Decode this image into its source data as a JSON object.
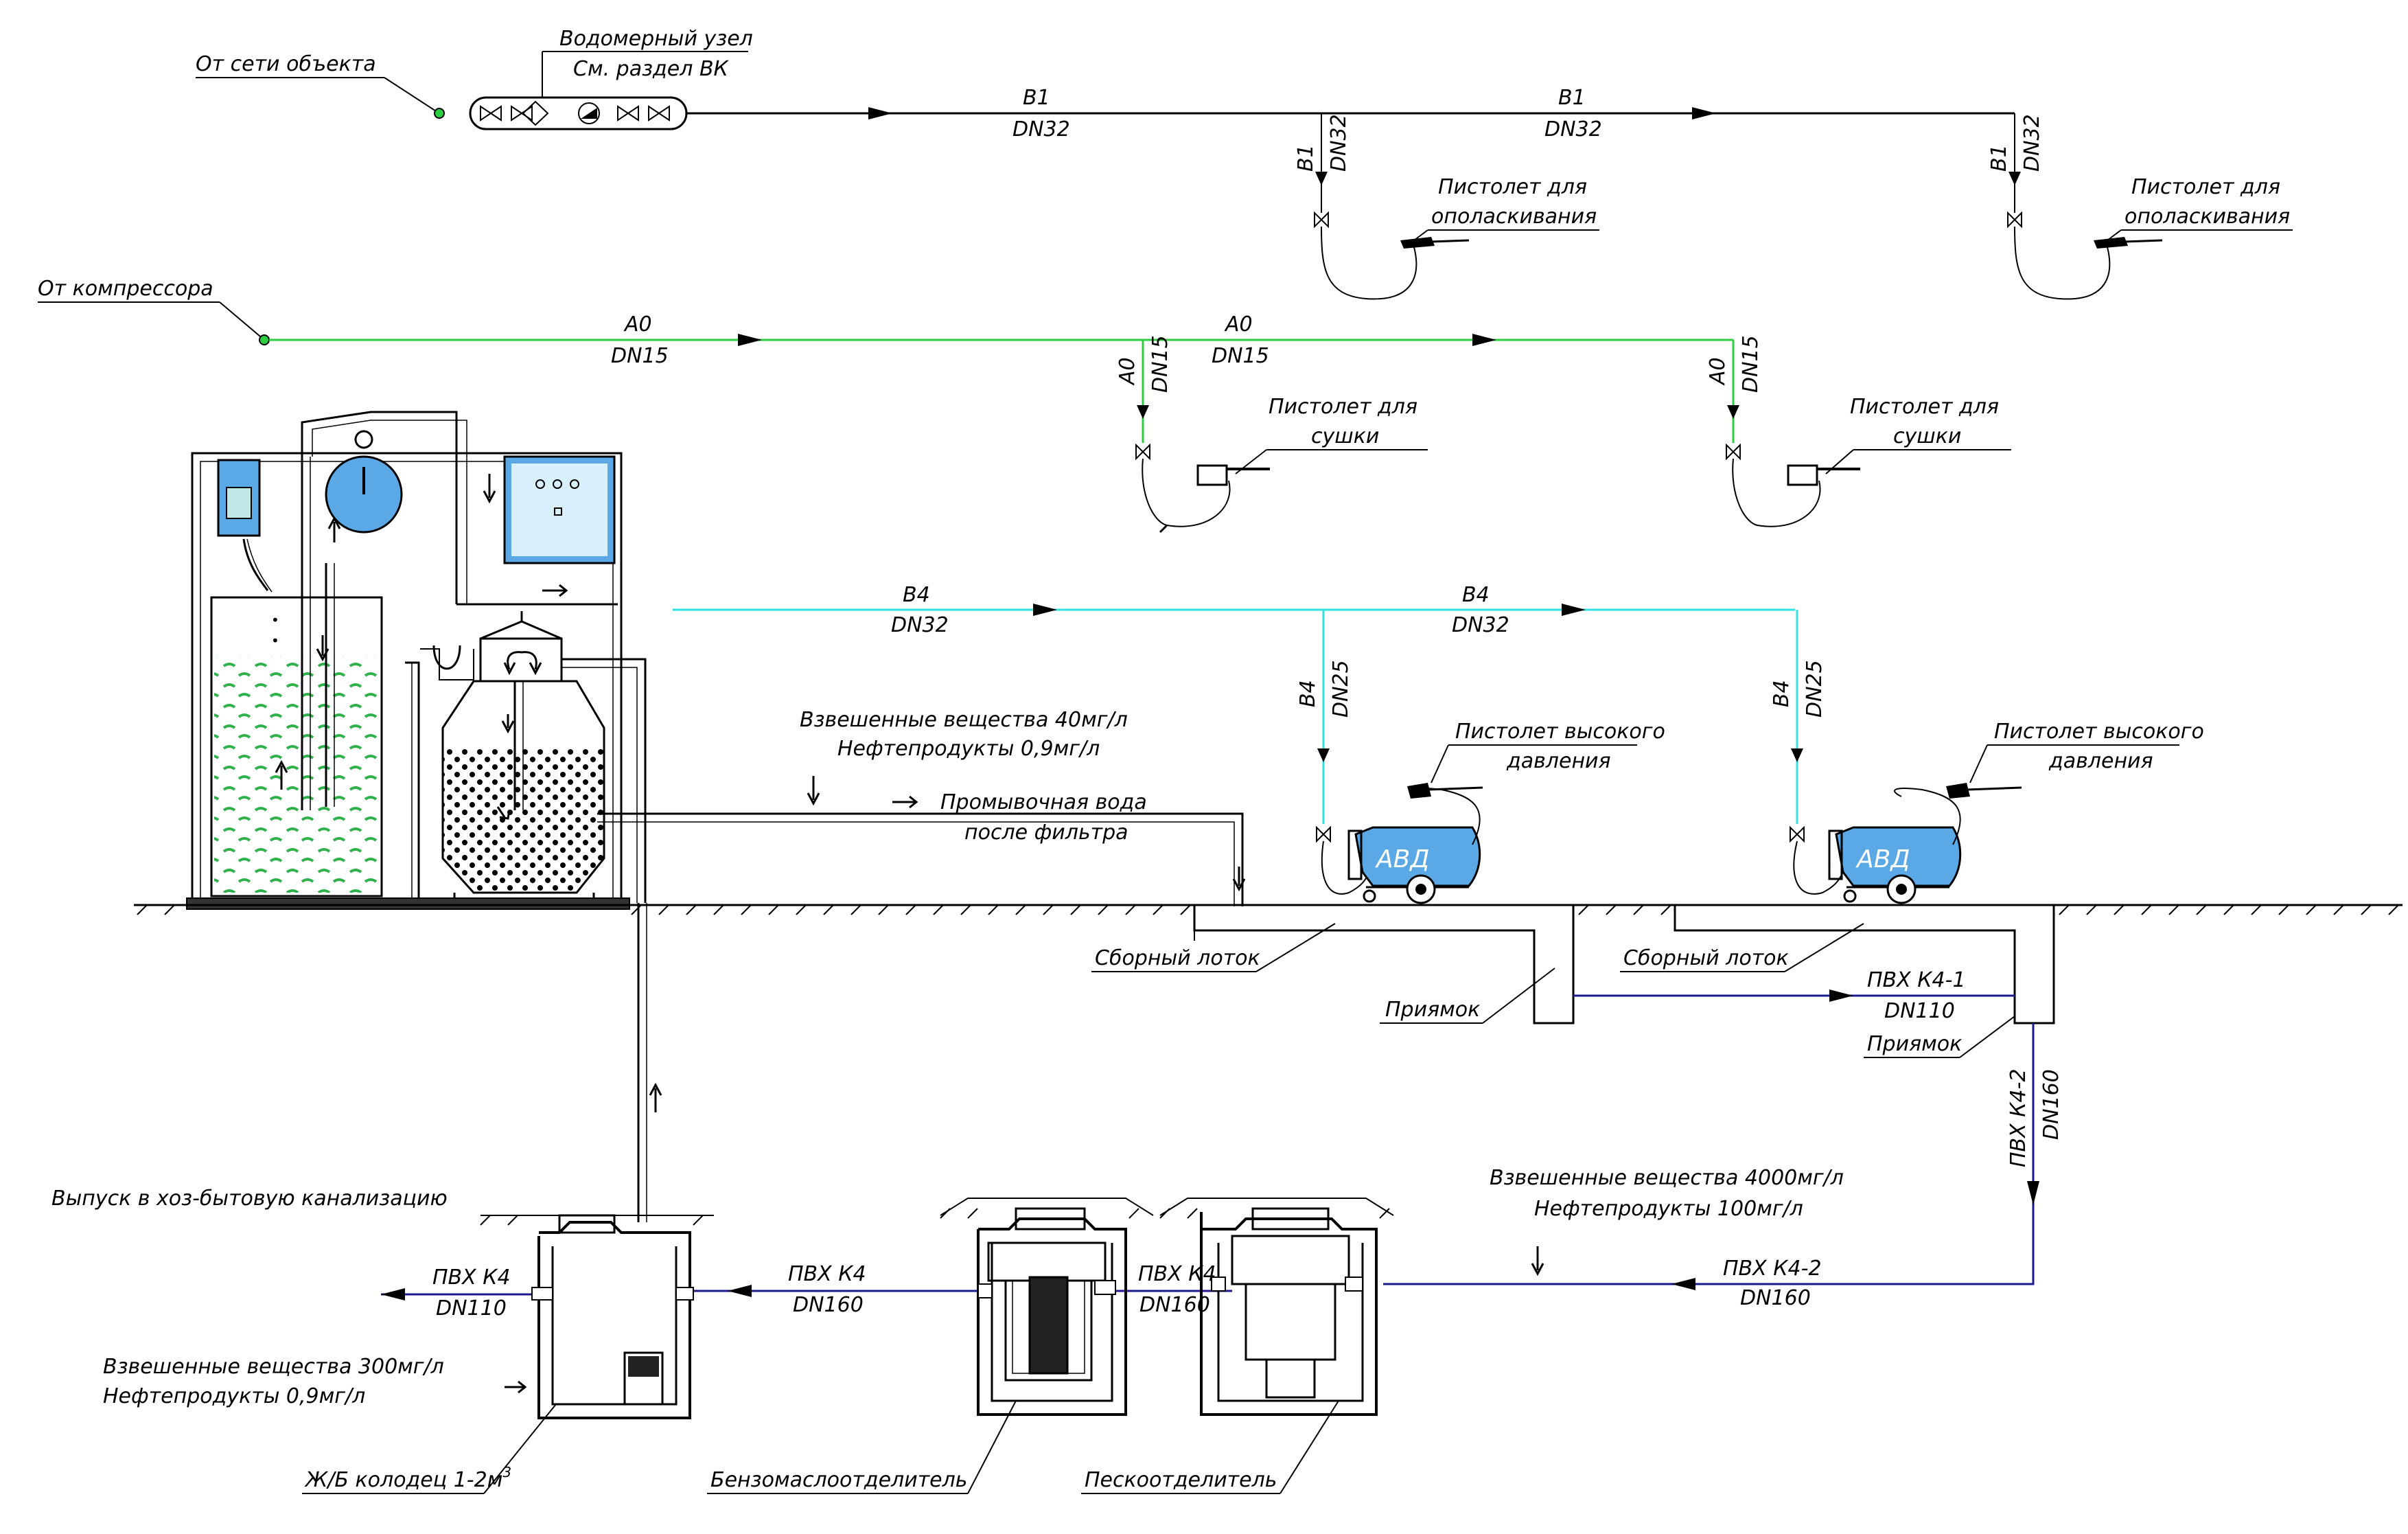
{
  "labels": {
    "from_network": "От сети объекта",
    "meter_title": "Водомерный узел",
    "meter_ref": "См. раздел ВК",
    "from_compressor": "От компрессора",
    "b1": "В1",
    "dn32": "DN32",
    "a0": "А0",
    "dn15": "DN15",
    "b4": "В4",
    "dn25": "DN25",
    "rinse_gun_1": "Пистолет для",
    "rinse_gun_2": "ополаскивания",
    "dry_gun_1": "Пистолет для",
    "dry_gun_2": "сушки",
    "hp_gun_1": "Пистолет высокого",
    "hp_gun_2": "давления",
    "avd": "АВД",
    "susp_40": "Взвешенные вещества 40мг/л",
    "oil_09": "Нефтепродукты 0,9мг/л",
    "wash_water_1": "Промывочная вода",
    "wash_water_2": "после фильтра",
    "tray": "Сборный лоток",
    "pit": "Приямок",
    "pvc_k41": "ПВХ К4-1",
    "dn110": "DN110",
    "pvc_k42": "ПВХ К4-2",
    "dn160": "DN160",
    "pvc_k4": "ПВХ К4",
    "discharge": "Выпуск в хоз-бытовую канализацию",
    "susp_4000": "Взвешенные вещества 4000мг/л",
    "oil_100": "Нефтепродукты 100мг/л",
    "susp_300": "Взвешенные вещества 300мг/л",
    "well": "Ж/Б колодец 1-2м",
    "well_sup": "3",
    "oil_separator": "Бензомаслоотделитель",
    "sand_separator": "Пескоотделитель"
  },
  "colors": {
    "water_b1": "#000000",
    "air_a0": "#2ecc40",
    "recycled_b4": "#33e0e0",
    "sewer_k4": "#1a1a8c",
    "equipment_fill": "#5aa9e6",
    "media_green": "#2fb24a"
  },
  "icons": [
    "valve-icon",
    "spray-gun-icon",
    "pressure-washer-icon",
    "flow-arrow-icon",
    "pump-icon"
  ]
}
